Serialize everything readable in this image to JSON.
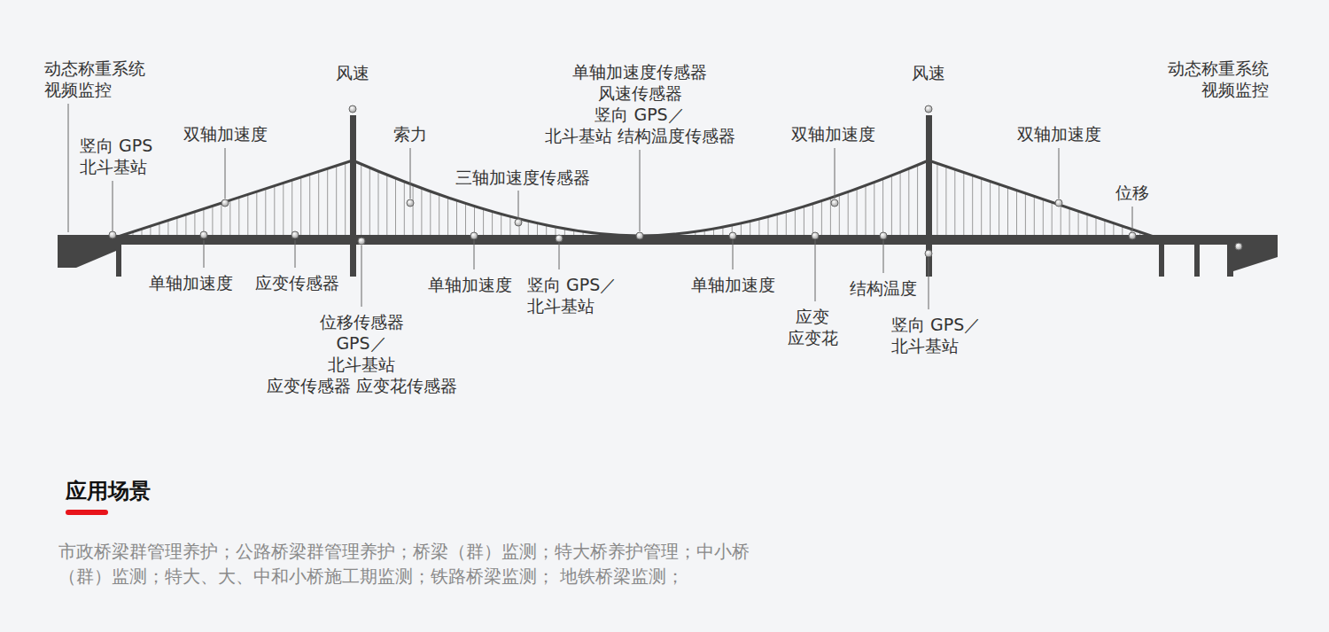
{
  "diagram": {
    "title": "应用场景",
    "caption": "市政桥梁群管理养护；公路桥梁群管理养护；桥梁（群）监测；特大桥养护管理；中小桥 （群）监测；特大、大、中和小桥施工期监测；铁路桥梁监测； 地铁桥梁监测；",
    "labels": [
      "动态称重系统 视频监控",
      "竖向 GPS 北斗基站",
      "双轴加速度",
      "风速",
      "索力",
      "三轴加速度传感器",
      "单轴加速度传感器 风速传感器 竖向 GPS／ 北斗基站 结构温度传感器",
      "风速",
      "双轴加速度",
      "双轴加速度",
      "位移",
      "动态称重系统 视频监控",
      "单轴加速度",
      "应变传感器",
      "位移传感器 GPS／ 北斗基站 应变传感器 应变花传感器",
      "单轴加速度",
      "竖向 GPS／ 北斗基站",
      "单轴加速度",
      "应变 应变花",
      "结构温度",
      "竖向 GPS／ 北斗基站"
    ]
  }
}
